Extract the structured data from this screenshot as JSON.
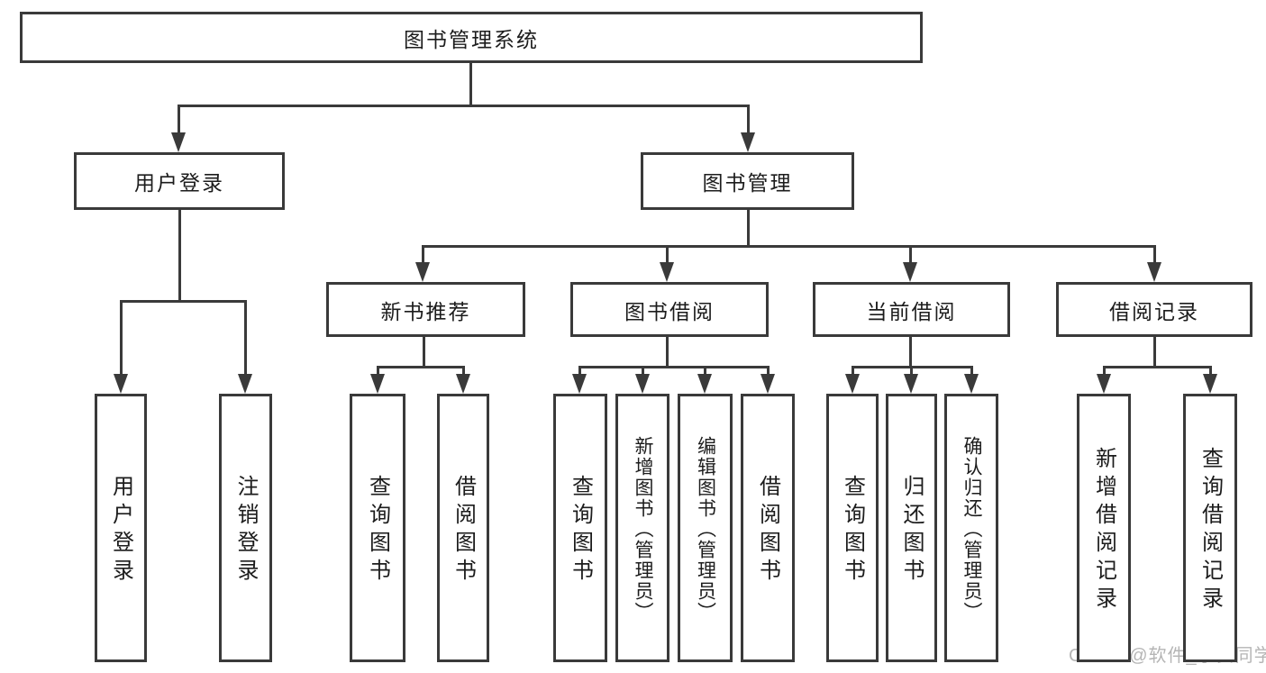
{
  "diagram": {
    "title": "图书管理系统",
    "nodes": [
      {
        "id": "library-management-system",
        "label": "图书管理系统",
        "level": 1
      },
      {
        "id": "user-login",
        "label": "用户登录",
        "level": 2
      },
      {
        "id": "book-management",
        "label": "图书管理",
        "level": 2
      },
      {
        "id": "new-book-recommend",
        "label": "新书推荐",
        "level": 3
      },
      {
        "id": "book-borrowing",
        "label": "图书借阅",
        "level": 3
      },
      {
        "id": "current-borrowing",
        "label": "当前借阅",
        "level": 3
      },
      {
        "id": "borrowing-records",
        "label": "借阅记录",
        "level": 3
      },
      {
        "id": "user-login-leaf",
        "label": "用户登录",
        "level": 4
      },
      {
        "id": "logout-leaf",
        "label": "注销登录",
        "level": 4
      },
      {
        "id": "query-books-recommend",
        "label": "查询图书",
        "level": 4
      },
      {
        "id": "borrow-books-recommend",
        "label": "借阅图书",
        "level": 4
      },
      {
        "id": "query-books-borrowing",
        "label": "查询图书",
        "level": 4
      },
      {
        "id": "add-book-admin",
        "label": "新增图书（管理员）",
        "level": 4
      },
      {
        "id": "edit-book-admin",
        "label": "编辑图书（管理员）",
        "level": 4
      },
      {
        "id": "borrow-books-borrowing",
        "label": "借阅图书",
        "level": 4
      },
      {
        "id": "query-books-current",
        "label": "查询图书",
        "level": 4
      },
      {
        "id": "return-books",
        "label": "归还图书",
        "level": 4
      },
      {
        "id": "confirm-return-admin",
        "label": "确认归还（管理员）",
        "level": 4
      },
      {
        "id": "add-borrow-record",
        "label": "新增借阅记录",
        "level": 4
      },
      {
        "id": "query-borrow-record",
        "label": "查询借阅记录",
        "level": 4
      }
    ],
    "hierarchy": {
      "图书管理系统": [
        "用户登录",
        "图书管理"
      ],
      "用户登录": [
        "用户登录",
        "注销登录"
      ],
      "图书管理": [
        "新书推荐",
        "图书借阅",
        "当前借阅",
        "借阅记录"
      ],
      "新书推荐": [
        "查询图书",
        "借阅图书"
      ],
      "图书借阅": [
        "查询图书",
        "新增图书（管理员）",
        "编辑图书（管理员）",
        "借阅图书"
      ],
      "当前借阅": [
        "查询图书",
        "归还图书",
        "确认归还（管理员）"
      ],
      "借阅记录": [
        "新增借阅记录",
        "查询借阅记录"
      ]
    }
  },
  "watermark": {
    "text": "CSDN @软件_小贺同学"
  },
  "colors": {
    "line": "#3a3a3a",
    "text": "#1c1c1c",
    "box_background": "#ffffff",
    "page_background": "#ffffff",
    "watermark": "#b5b5b5"
  }
}
